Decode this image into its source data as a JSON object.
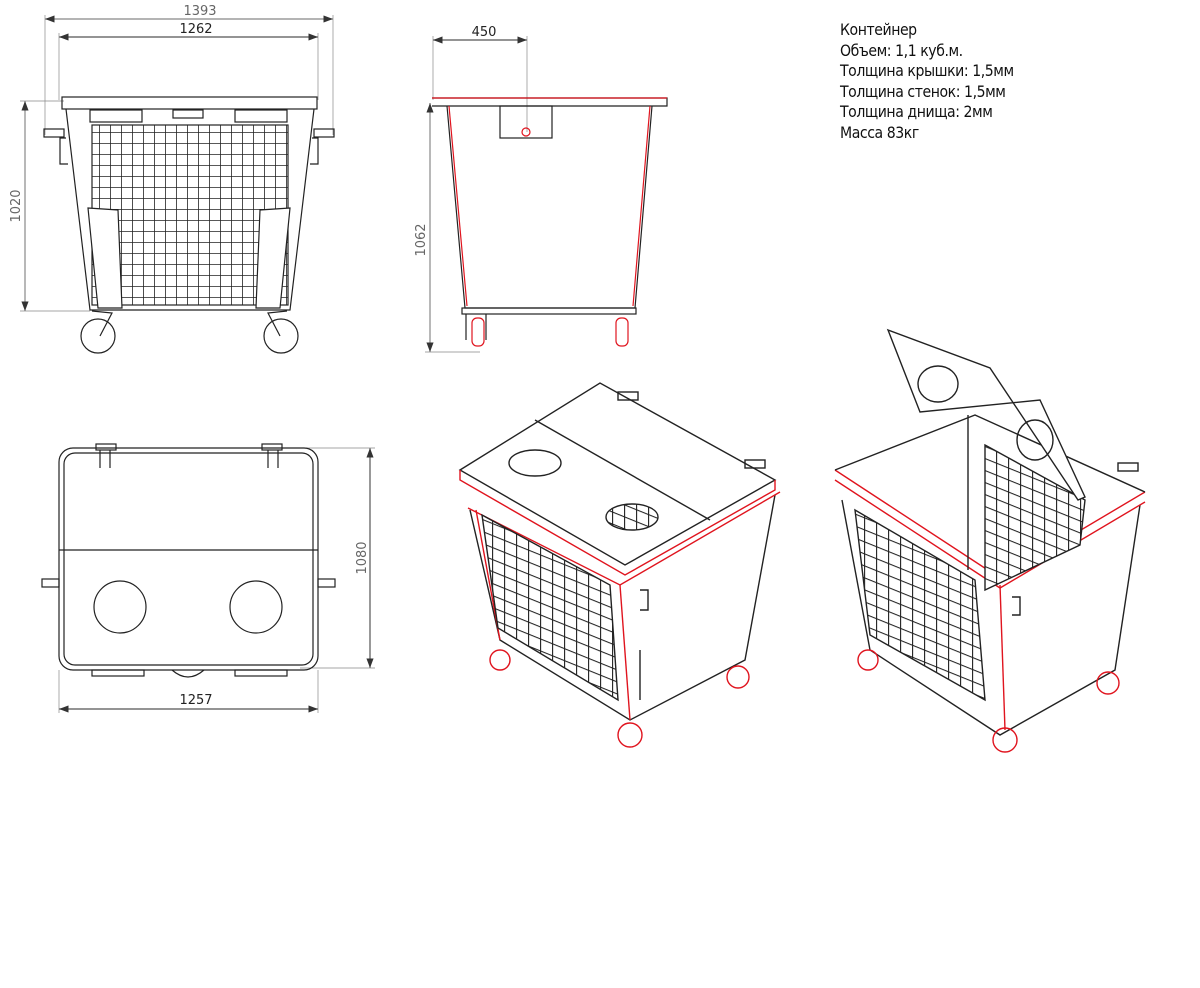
{
  "specs": {
    "title": "Контейнер",
    "volume": "Объем: 1,1 куб.м.",
    "lid_thickness": "Толщина крышки: 1,5мм",
    "wall_thickness": "Толщина стенок: 1,5мм",
    "bottom_thickness": "Толщина днища: 2мм",
    "mass": "Масса 83кг"
  },
  "dimensions": {
    "front_overall_width": "1393",
    "front_body_width": "1262",
    "front_height": "1020",
    "side_offset": "450",
    "side_height": "1062",
    "top_depth": "1080",
    "top_width": "1257"
  },
  "colors": {
    "outline": "#222222",
    "edge": "#e0141e",
    "dimension": "#777777"
  }
}
